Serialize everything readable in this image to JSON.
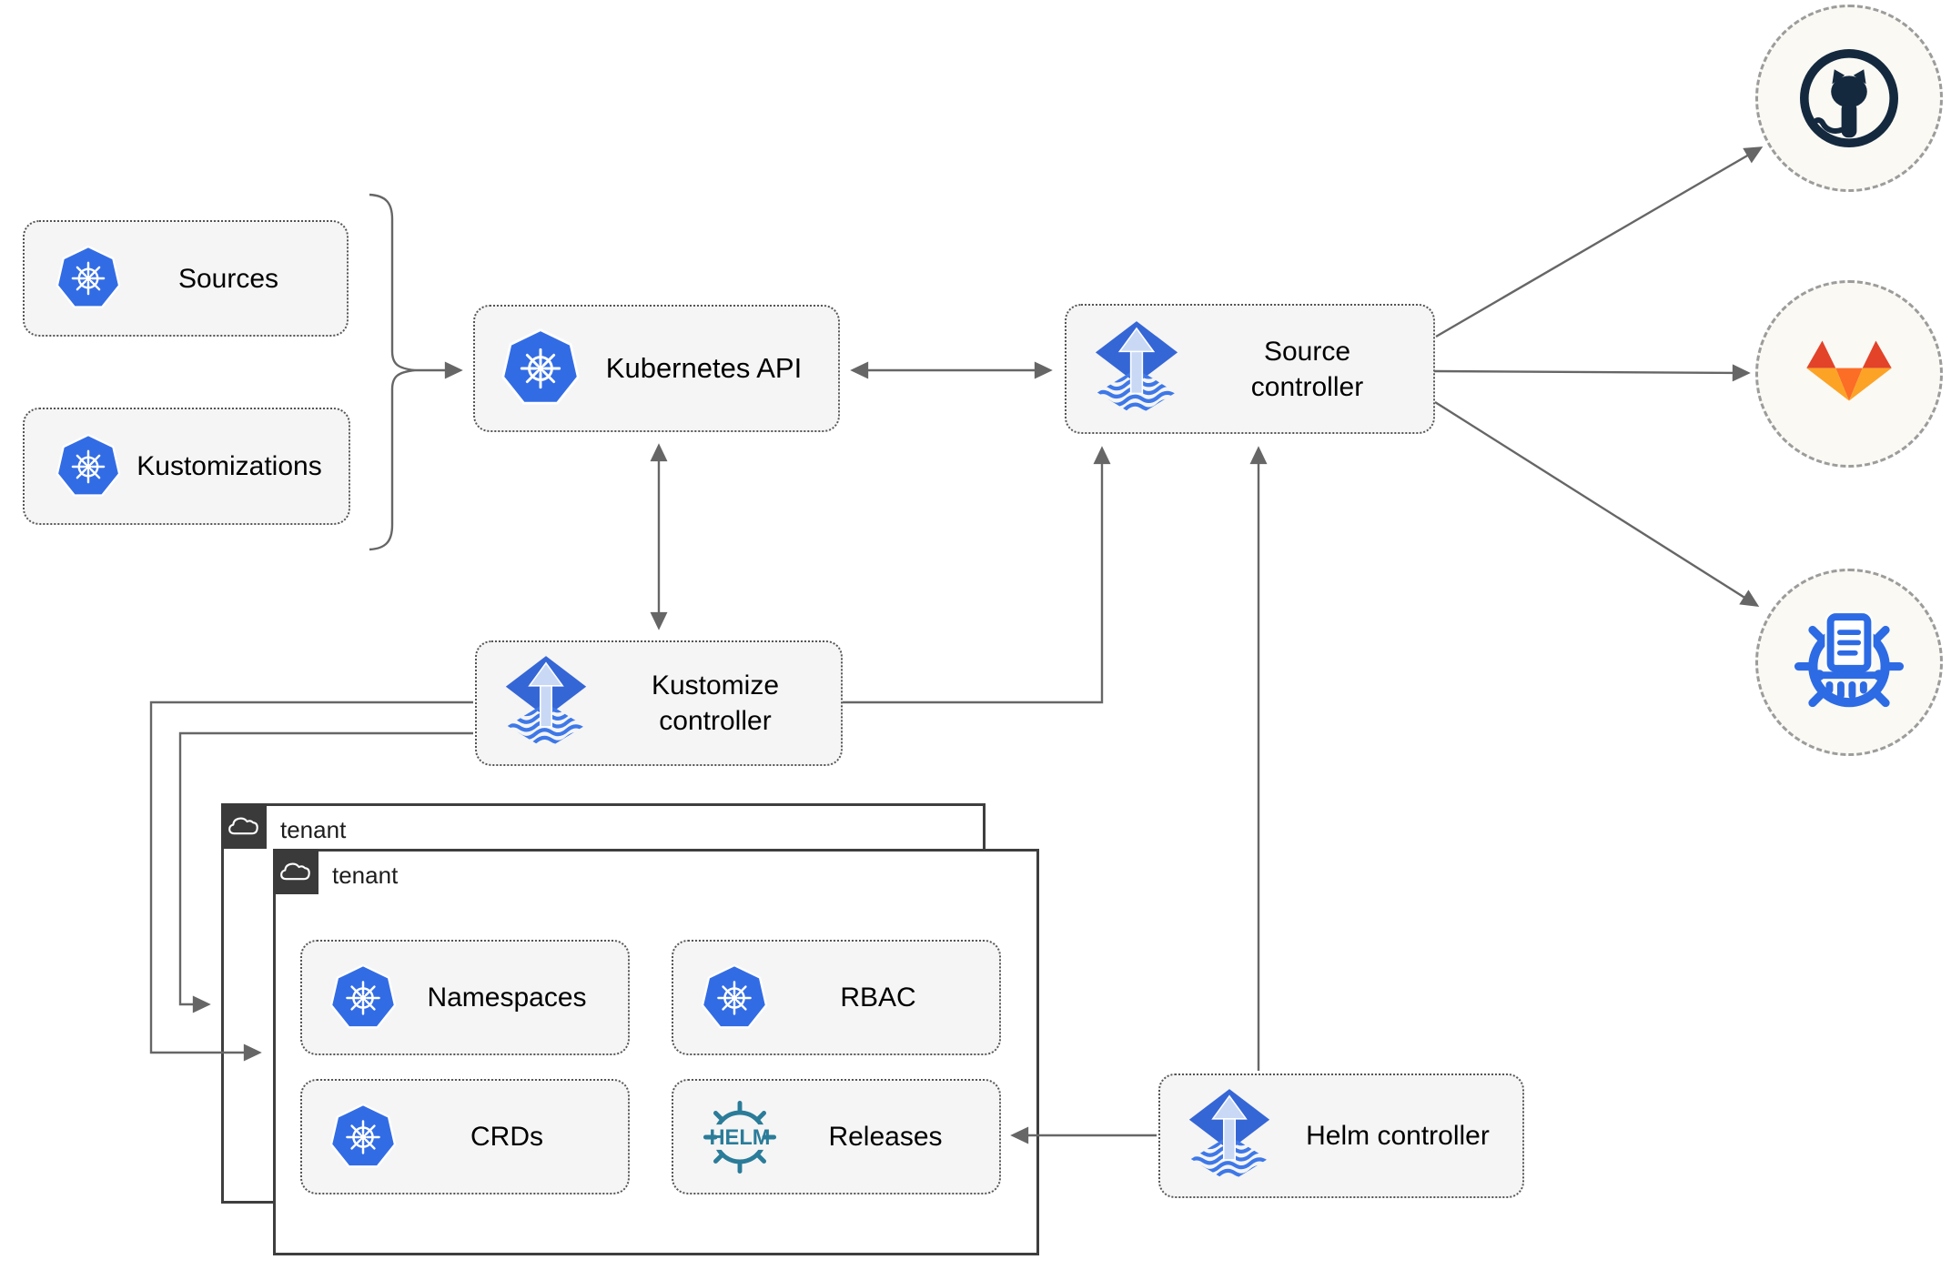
{
  "nodes": {
    "sources": {
      "label": "Sources",
      "icon": "kubernetes"
    },
    "kustomizations": {
      "label": "Kustomizations",
      "icon": "kubernetes"
    },
    "kubernetes_api": {
      "label": "Kubernetes API",
      "icon": "kubernetes"
    },
    "source_controller": {
      "label": "Source controller",
      "icon": "flux"
    },
    "kustomize_controller": {
      "label": "Kustomize controller",
      "icon": "flux"
    },
    "helm_controller": {
      "label": "Helm controller",
      "icon": "flux"
    },
    "namespaces": {
      "label": "Namespaces",
      "icon": "kubernetes"
    },
    "rbac": {
      "label": "RBAC",
      "icon": "kubernetes"
    },
    "crds": {
      "label": "CRDs",
      "icon": "kubernetes"
    },
    "releases": {
      "label": "Releases",
      "icon": "helm"
    }
  },
  "groups": {
    "tenant_outer": {
      "label": "tenant",
      "icon": "cloud"
    },
    "tenant_inner": {
      "label": "tenant",
      "icon": "cloud"
    }
  },
  "endpoints": {
    "github": {
      "icon": "github"
    },
    "gitlab": {
      "icon": "gitlab"
    },
    "bucket": {
      "icon": "kubernetes-bucket"
    }
  },
  "icons": {
    "helm_wordmark": "HELM"
  },
  "edges": [
    {
      "from": "sources+kustomizations",
      "to": "kubernetes_api",
      "style": "brace-arrow"
    },
    {
      "from": "kubernetes_api",
      "to": "source_controller",
      "style": "bidirectional"
    },
    {
      "from": "kubernetes_api",
      "to": "kustomize_controller",
      "style": "bidirectional"
    },
    {
      "from": "kustomize_controller",
      "to": "source_controller",
      "style": "arrow"
    },
    {
      "from": "helm_controller",
      "to": "source_controller",
      "style": "arrow"
    },
    {
      "from": "helm_controller",
      "to": "releases",
      "style": "arrow"
    },
    {
      "from": "kustomize_controller",
      "to": "tenant_inner",
      "style": "arrow"
    },
    {
      "from": "kustomize_controller",
      "to": "tenant_outer",
      "style": "arrow"
    },
    {
      "from": "source_controller",
      "to": "github",
      "style": "arrow"
    },
    {
      "from": "source_controller",
      "to": "gitlab",
      "style": "arrow"
    },
    {
      "from": "source_controller",
      "to": "bucket",
      "style": "arrow"
    }
  ],
  "colors": {
    "box_bg": "#f5f5f5",
    "box_border": "#555555",
    "line": "#666666",
    "tenant_border": "#3e3e3e",
    "tab_bg": "#3a3a3a",
    "kubernetes_blue": "#326ce5",
    "flux_blue": "#3566d6",
    "flux_arrow_light": "#c9d9f5",
    "helm_teal": "#2b7c99",
    "github_navy": "#14293e",
    "gitlab_red": "#e24329",
    "gitlab_orange": "#fc6d26",
    "gitlab_yellow": "#fca326",
    "bucket_blue": "#2d6be4",
    "circle_bg": "#faf9f4",
    "circle_border": "#9c9c9c"
  }
}
